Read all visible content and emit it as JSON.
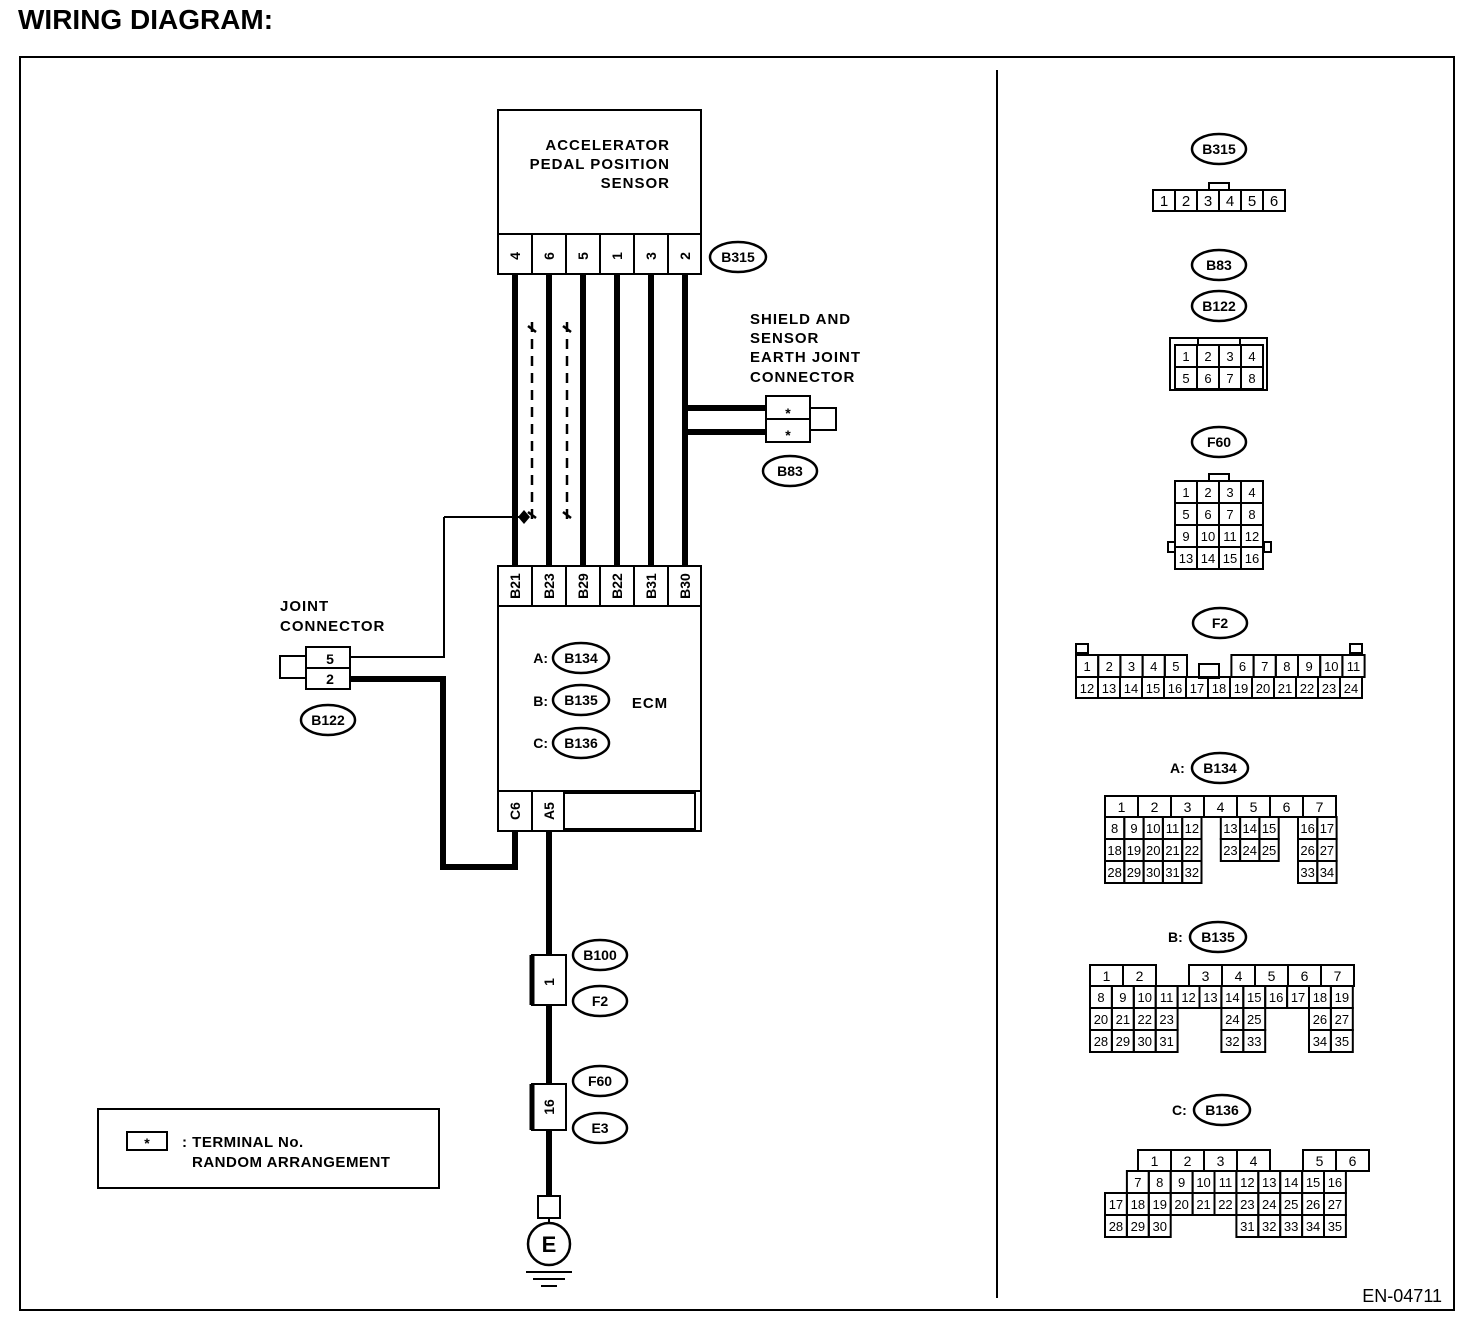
{
  "title": "WIRING DIAGRAM:",
  "doc_code": "EN-04711",
  "sensor": {
    "label_lines": [
      "ACCELERATOR",
      "PEDAL POSITION",
      "SENSOR"
    ],
    "connector": "B315",
    "pins": [
      "4",
      "6",
      "5",
      "1",
      "3",
      "2"
    ]
  },
  "shield": {
    "label_lines": [
      "SHIELD AND",
      "SENSOR",
      "EARTH JOINT",
      "CONNECTOR"
    ],
    "connector": "B83",
    "pins": [
      "*",
      "*"
    ]
  },
  "joint": {
    "label_lines": [
      "JOINT",
      "CONNECTOR"
    ],
    "connector": "B122",
    "pins": [
      "5",
      "2"
    ]
  },
  "ecm": {
    "label": "ECM",
    "top_pins": [
      "B21",
      "B23",
      "B29",
      "B22",
      "B31",
      "B30"
    ],
    "bottom_pins": [
      "C6",
      "A5"
    ],
    "connectors": [
      {
        "prefix": "A:",
        "name": "B134"
      },
      {
        "prefix": "B:",
        "name": "B135"
      },
      {
        "prefix": "C:",
        "name": "B136"
      }
    ]
  },
  "harness1": {
    "pin": "1",
    "upper": "B100",
    "lower": "F2"
  },
  "harness2": {
    "pin": "16",
    "upper": "F60",
    "lower": "E3"
  },
  "ground": {
    "label": "E"
  },
  "legend": {
    "symbol": "*",
    "line1": ": TERMINAL No.",
    "line2": "RANDOM ARRANGEMENT"
  },
  "connector_views": {
    "b315": {
      "name": "B315",
      "cells": [
        "1",
        "2",
        "3",
        "4",
        "5",
        "6"
      ]
    },
    "b83_b122": {
      "names": [
        "B83",
        "B122"
      ],
      "rows": [
        [
          "1",
          "2",
          "3",
          "4"
        ],
        [
          "5",
          "6",
          "7",
          "8"
        ]
      ]
    },
    "f60": {
      "name": "F60",
      "rows": [
        [
          "1",
          "2",
          "3",
          "4"
        ],
        [
          "5",
          "6",
          "7",
          "8"
        ],
        [
          "9",
          "10",
          "11",
          "12"
        ],
        [
          "13",
          "14",
          "15",
          "16"
        ]
      ]
    },
    "f2": {
      "name": "F2",
      "rows": [
        [
          "1",
          "2",
          "3",
          "4",
          "5",
          "",
          "6",
          "7",
          "8",
          "9",
          "10",
          "11"
        ],
        [
          "12",
          "13",
          "14",
          "15",
          "16",
          "17",
          "18",
          "19",
          "20",
          "21",
          "22",
          "23",
          "24"
        ]
      ]
    },
    "b134": {
      "prefix": "A:",
      "name": "B134",
      "row1": [
        "1",
        "2",
        "3",
        "4",
        "5",
        "6",
        "7"
      ],
      "rows": [
        [
          "8",
          "9",
          "10",
          "11",
          "12",
          "",
          "13",
          "14",
          "15",
          "",
          "16",
          "17"
        ],
        [
          "18",
          "19",
          "20",
          "21",
          "22",
          "",
          "23",
          "24",
          "25",
          "",
          "26",
          "27"
        ],
        [
          "28",
          "29",
          "30",
          "31",
          "32",
          "",
          "",
          "",
          "",
          "",
          "33",
          "34"
        ]
      ]
    },
    "b135": {
      "prefix": "B:",
      "name": "B135",
      "row1": [
        "1",
        "2",
        "",
        "3",
        "4",
        "5",
        "6",
        "7"
      ],
      "rows": [
        [
          "8",
          "9",
          "10",
          "11",
          "12",
          "13",
          "14",
          "15",
          "16",
          "17",
          "18",
          "19"
        ],
        [
          "20",
          "21",
          "22",
          "23",
          "",
          "",
          "24",
          "25",
          "",
          "",
          "26",
          "27"
        ],
        [
          "28",
          "29",
          "30",
          "31",
          "",
          "",
          "32",
          "33",
          "",
          "",
          "34",
          "35"
        ]
      ]
    },
    "b136": {
      "prefix": "C:",
      "name": "B136",
      "row1": [
        "",
        "1",
        "2",
        "3",
        "4",
        "",
        "5",
        "6"
      ],
      "rows": [
        [
          "",
          "7",
          "8",
          "9",
          "10",
          "11",
          "12",
          "13",
          "14",
          "15",
          "16"
        ],
        [
          "17",
          "18",
          "19",
          "20",
          "21",
          "22",
          "23",
          "24",
          "25",
          "26",
          "27"
        ],
        [
          "28",
          "29",
          "30",
          "",
          "",
          "",
          "31",
          "32",
          "33",
          "34",
          "35"
        ]
      ]
    }
  }
}
